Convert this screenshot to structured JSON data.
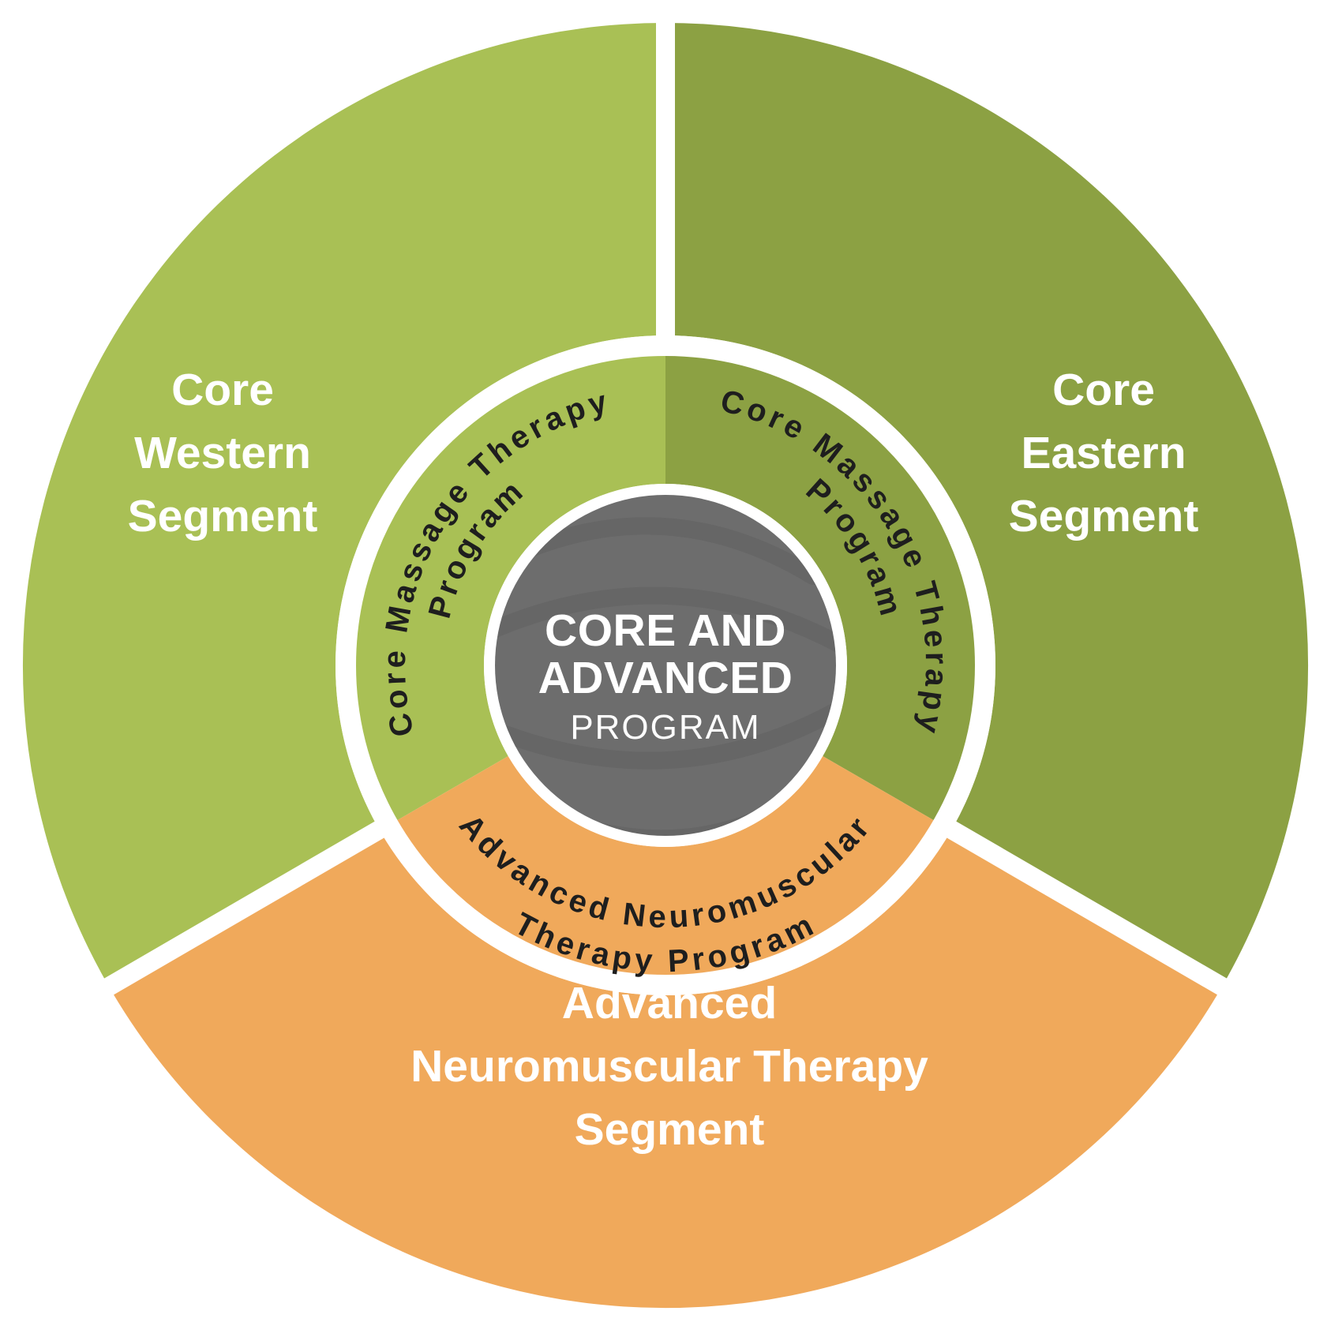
{
  "diagram": {
    "center": {
      "line1": "CORE AND",
      "line2": "ADVANCED",
      "line3": "PROGRAM",
      "circle_color": "#6d6d6d"
    },
    "outer_segments": [
      {
        "label": "Core Western Segment",
        "lines": [
          "Core",
          "Western",
          "Segment"
        ],
        "color": "#a9c055"
      },
      {
        "label": "Core Eastern Segment",
        "lines": [
          "Core",
          "Eastern",
          "Segment"
        ],
        "color": "#8ca143"
      },
      {
        "label": "Advanced Neuromuscular Therapy Segment",
        "lines": [
          "Advanced",
          "Neuromuscular Therapy",
          "Segment"
        ],
        "color": "#f0a95b"
      }
    ],
    "inner_programs": [
      {
        "label": "Core Massage Therapy Program",
        "lines": [
          "Core Massage Therapy",
          "Program"
        ],
        "color": "#a9c055"
      },
      {
        "label": "Core Massage Therapy Program",
        "lines": [
          "Core Massage Therapy",
          "Program"
        ],
        "color": "#8ca143"
      },
      {
        "label": "Advanced Neuromuscular Therapy Program",
        "lines": [
          "Advanced Neuromuscular",
          "Therapy Program"
        ],
        "color": "#f0a95b"
      }
    ],
    "colors": {
      "divider": "#ffffff",
      "segment_label_text": "#ffffff",
      "program_label_text": "#1e1e1e",
      "background": "#ffffff"
    }
  }
}
